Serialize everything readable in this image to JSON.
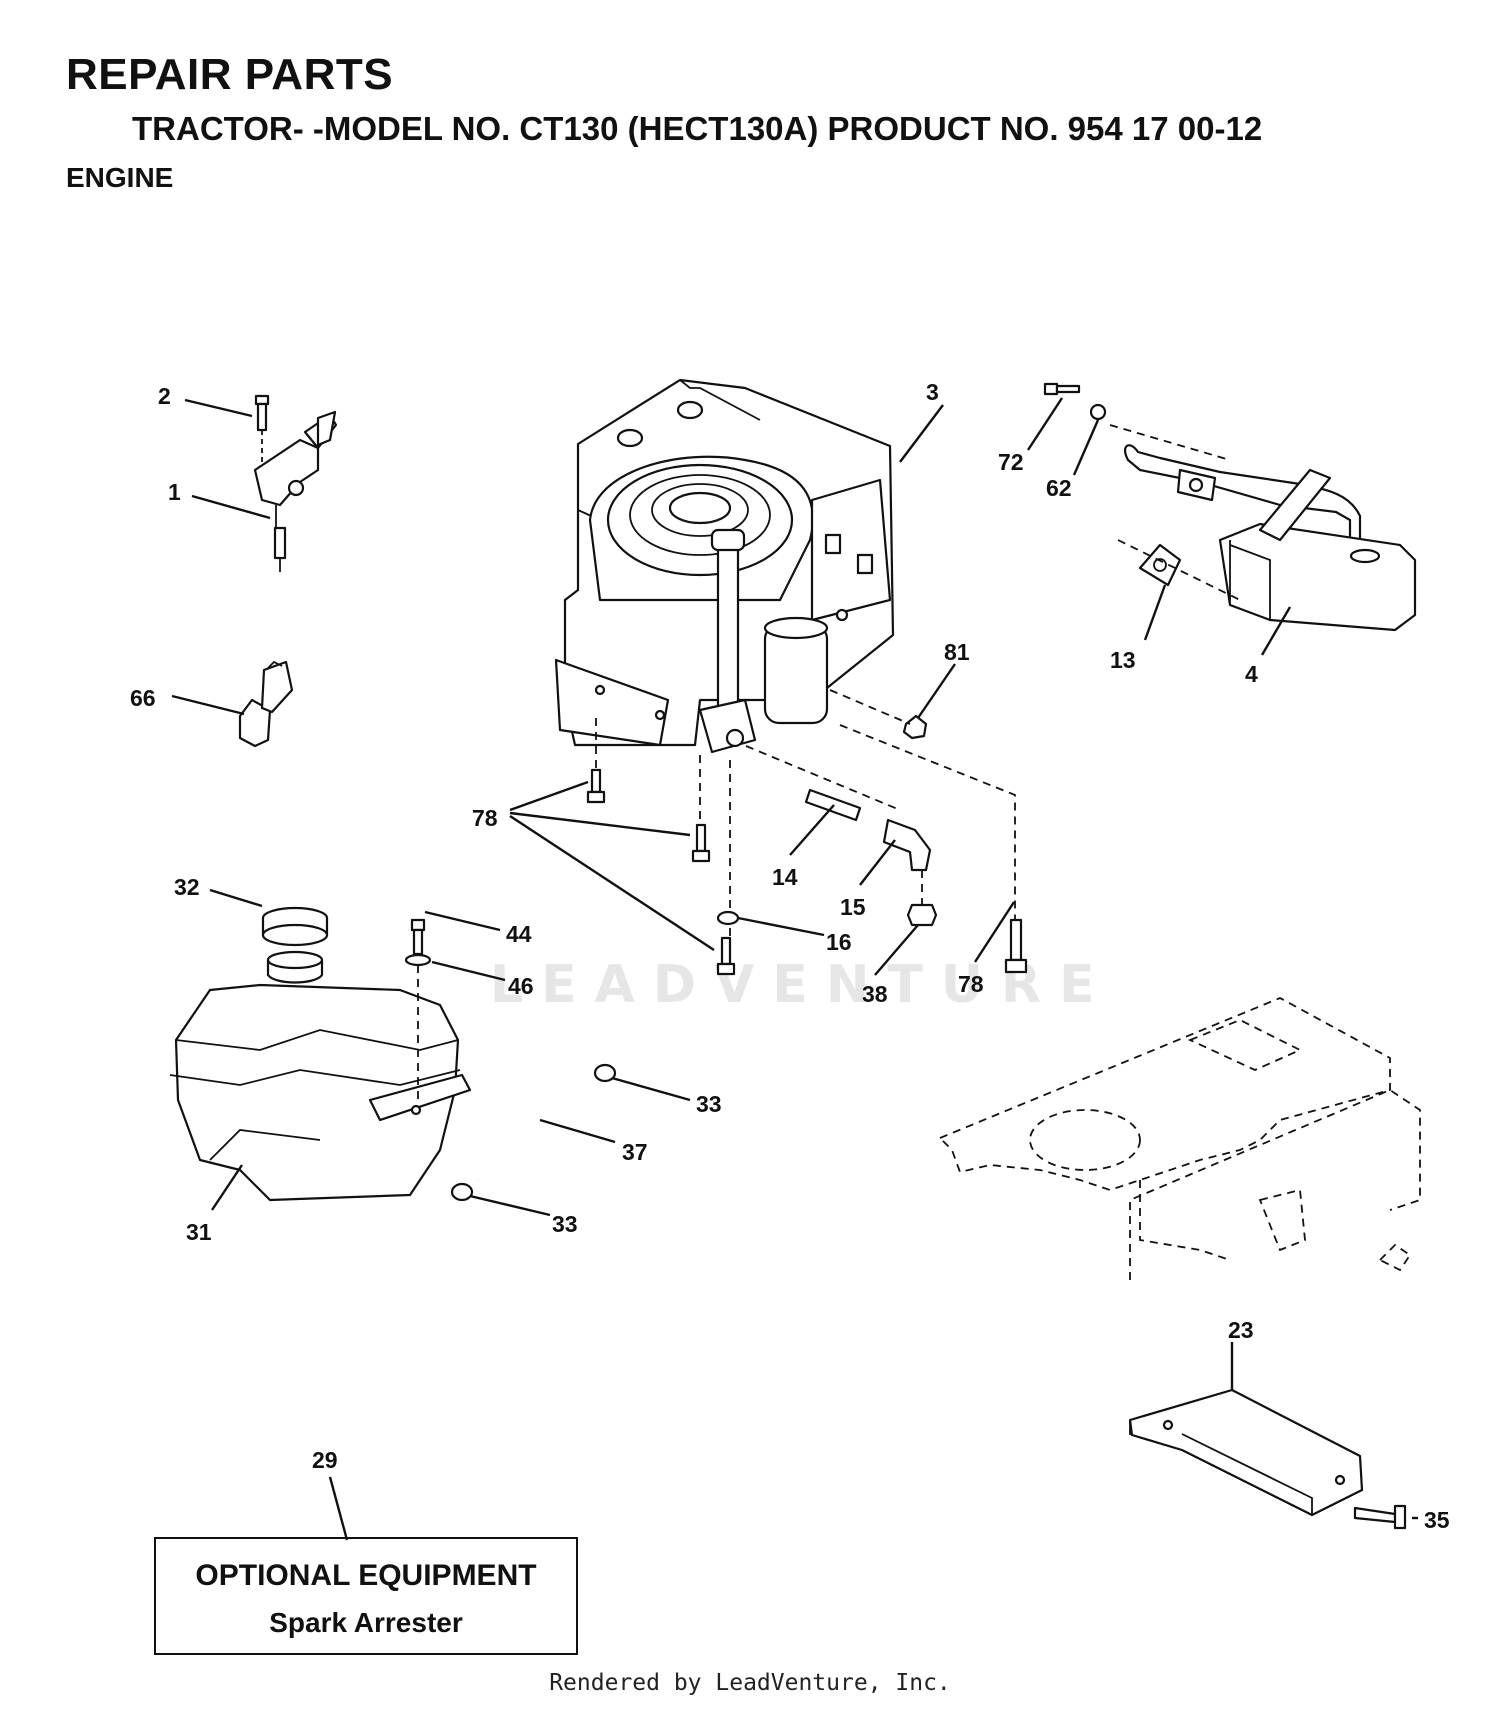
{
  "header": {
    "title": "REPAIR PARTS",
    "model_line": "TRACTOR- -MODEL NO. CT130 (HECT130A) PRODUCT NO. 954 17 00-12",
    "section": "ENGINE"
  },
  "callouts": {
    "c1": "1",
    "c2": "2",
    "c3": "3",
    "c4": "4",
    "c13": "13",
    "c14": "14",
    "c15": "15",
    "c16": "16",
    "c23": "23",
    "c29": "29",
    "c31": "31",
    "c32": "32",
    "c33a": "33",
    "c33b": "33",
    "c35": "35",
    "c37": "37",
    "c38": "38",
    "c44": "44",
    "c46": "46",
    "c62": "62",
    "c66": "66",
    "c72": "72",
    "c78a": "78",
    "c78b": "78",
    "c81": "81"
  },
  "optional_box": {
    "title": "OPTIONAL EQUIPMENT",
    "item": "Spark Arrester"
  },
  "watermark": "LEADVENTURE",
  "footer": "Rendered by LeadVenture, Inc."
}
